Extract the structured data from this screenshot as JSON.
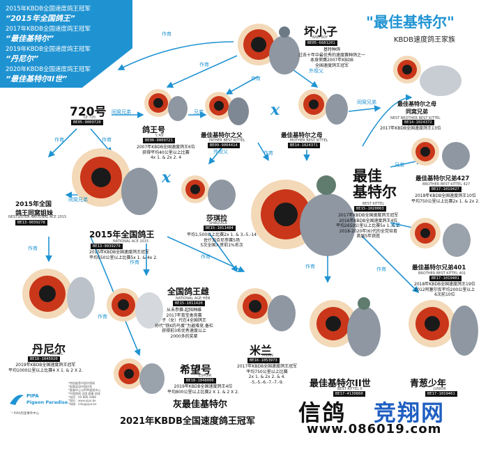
{
  "banner": {
    "lines": [
      "2015年KBDB全国速度鸽王冠军",
      "“2015年全国鸽王”",
      "2017年KBDB全国速度鸽王冠军",
      "“最佳基特尔”",
      "2019年KBDB全国速度鸽王冠军",
      "“丹尼尔”",
      "2020年KBDB全国速度鸽王冠军",
      "“最佳基特尔II世”"
    ]
  },
  "header": {
    "title": "\"最佳基特尔\"",
    "subtitle": "KBDB速度鸽王家族"
  },
  "birds": {
    "bad_boy": {
      "name": "坏小子",
      "en": "BAD BOY",
      "ring": "BE05-6681201",
      "note": "基特种鸽\n过去十年中最优秀的速度赛种鸽之一\n本身荣膺2007年KBDB\n全国速度鸽王冠军"
    },
    "no720": {
      "name": "720号",
      "en": "LE 720",
      "ring": "BE05-9009720"
    },
    "king": {
      "name": "鸽王号",
      "en": "'L'AS'",
      "ring": "BE06-9009721",
      "note": "2007年KBDB全国速度鸽王6位\n获得平均40公里以上比赛\n4x 1. & 2x 2. 4"
    },
    "father": {
      "name": "最佳基特尔之父",
      "en": "FATHER BEST KITTEL",
      "ring": "BE09-9004414"
    },
    "mother": {
      "name": "最佳基特尔之母",
      "en": "MOTHER BEST KITTEL",
      "ring": "BE14-1024371"
    },
    "sis_full": {
      "name": "最佳基特尔之母\n同窝兄弟",
      "en": "NEST BROTHER BEST KITTEL",
      "ring": "BE14-1024372",
      "note": "2017年KBDB全国速度鸽王13位"
    },
    "nat2015": {
      "name": "2015年全国鸽王",
      "en": "NATIONAL ACE 2015",
      "ring": "BE13-9039279",
      "note": "2015年KBDB全国速度鸽王冠军\n平均550公里以上比赛5x 1. & 4x 2."
    },
    "sister2015": {
      "name": "2015年全国\n鸽王同窝姐妹",
      "en": "NESTSISTER NATIONAL ACE 2015",
      "ring": "BE13-9039278"
    },
    "shaqila": {
      "name": "莎琪拉",
      "en": "SHAQUILA",
      "ring": "BE15-1011404",
      "note": "平均1,500以上比赛2x 1. & 3.-5.-14\n佐什加合尼参赛5场\n5次全国入赏前1%名次"
    },
    "best": {
      "name": "最佳\n基特尔",
      "en": "BEST KITTEL",
      "ring": "BE15-1020063",
      "note": "2017年KBDB全国速度鸽王冠军\n2016年KBDB全国速度鸽王4位\n平均2650公里以上比赛5x 1. & 2.\n2018-2020年(6)代的全党培育\n首届5年获胜"
    },
    "bro427": {
      "name": "最佳基特尔兄弟427",
      "en": "BROTHER BEST KITTEL 427",
      "ring": "BE17-1019427",
      "note": "2018年KBDB全国速度鸽王10位\n平均750公里以上比赛2x 1. & 2x 2."
    },
    "bro401": {
      "name": "最佳基特尔兄弟401",
      "en": "BROTHER BEST KITTEL 401",
      "ring": "BE17-1019401",
      "note": "2018年KBDB全国速度鸽王19位\n1012阿塞尔库平均200公里以上\n6次前10位"
    },
    "daniel": {
      "name": "丹尼尔",
      "en": "DANIEL",
      "ring": "BE18-1045020",
      "note": "2019年KBDB全国速度鸽王冠军\n平均1000公里以上比赛4 X 1. & 2 X 2."
    },
    "hen": {
      "name": "全国鸽王雌",
      "en": "NATIONAL AGE HEN",
      "ring": "BE15-1011420",
      "note": "从未参赛-起陪种雌\n2017年育宝类竞赛\n子（女）代在4全国鸽王\n孙代“铁K的鸟蛋”为避难竞.备栏\n获得前3名优秀速度以上\n2000多的奖辈"
    },
    "milan": {
      "name": "米兰",
      "en": "MILAN",
      "ring": "BE16-1053973",
      "note": "2017年KBDB全国速度鸽王冠军\n平均750公里以上比赛\n2x 1. & 2x 2. & 4.\n-5.-5.-6.-7.-7.-9."
    },
    "hope": {
      "name": "希望号",
      "en": "ESPOIR",
      "ring": "BE18-1048006",
      "note": "2019年KBDB全国速度鸽王4位\n平均800公里以上比赛2 X 1. & 2 X 2."
    },
    "best2": {
      "name": "最佳基特尔II世",
      "en": "BEST KITTEL II",
      "ring": "BE17-4130860"
    },
    "junior": {
      "name": "青葱少年",
      "en": "JUNIOR",
      "ring": "BE17-1019461"
    },
    "grey": {
      "name": "灰最佳基特尔"
    }
  },
  "labels": {
    "zuoyu": "作育",
    "tongwo": "同窝兄弟",
    "xiongdi": "兄弟",
    "waizufu": "外祖父",
    "waizu": "外祖父",
    "x": "x"
  },
  "logo": {
    "brand": "PIPA",
    "sub": "Pigeon Paradise",
    "tag": "* PIPA鸽迷事件中心",
    "fine": "*特别推荐中国中鸽网\n*前辈英语中国优秀\n*赛事中心与PIPA赛鸽中心\n*中国鸽网 全国 赛事 热线\n*电话：XX 886 2888\n*网址：www.pipa.be\n*网络：info@pipa.be"
  },
  "watermark": {
    "part1": "信鸽",
    "part2": "竞翔网",
    "url": "www.086019.com"
  },
  "footer": {
    "text": "2021年KBDB全国速度鸽王冠军"
  }
}
